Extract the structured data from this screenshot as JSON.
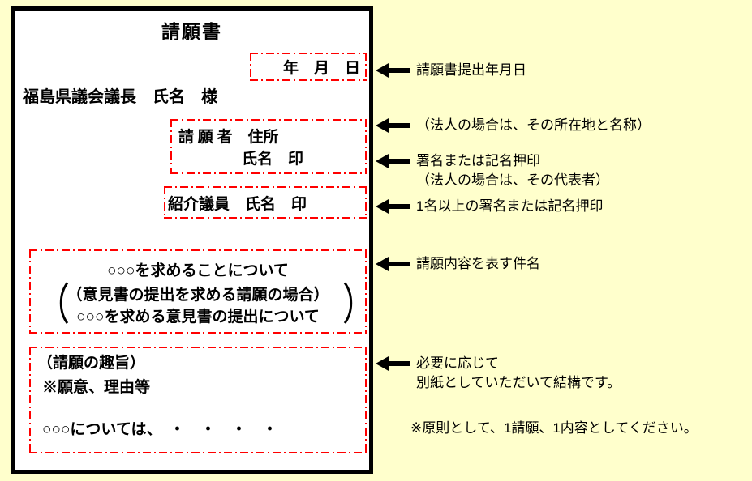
{
  "colors": {
    "page_background": "#FFFFCC",
    "document_background": "#FFFFFF",
    "document_border": "#000000",
    "field_box_border": "#FF0000",
    "arrow": "#000000"
  },
  "document": {
    "title": "請願書",
    "date_line": "年　月　日",
    "addressee": "福島県議会議長　氏名　様",
    "petitioner_box": {
      "line1": "請 願 者　住所",
      "line2": "氏名　印"
    },
    "introducer_box": {
      "line": "紹介議員　氏名　印"
    },
    "subject_box": {
      "line1": "○○○を求めることについて",
      "line2": "（意見書の提出を求める請願の場合）",
      "line3": "○○○を求める意見書の提出について",
      "paren_open": "（",
      "paren_close": "）"
    },
    "purpose_box": {
      "line1": "（請願の趣旨）",
      "line2": "※願意、理由等",
      "line3": "○○○については、　・　・　・　・"
    }
  },
  "annotations": {
    "date": "請願書提出年月日",
    "petitioner_location": "（法人の場合は、その所在地と名称）",
    "signature_line1": "署名または記名押印",
    "signature_line2": "（法人の場合は、その代表者）",
    "introducer": "1名以上の署名または記名押印",
    "subject": "請願内容を表す件名",
    "attachment_line1": "必要に応じて",
    "attachment_line2": "別紙としていただいて結構です。",
    "note": "※原則として、1請願、1内容としてください。"
  }
}
